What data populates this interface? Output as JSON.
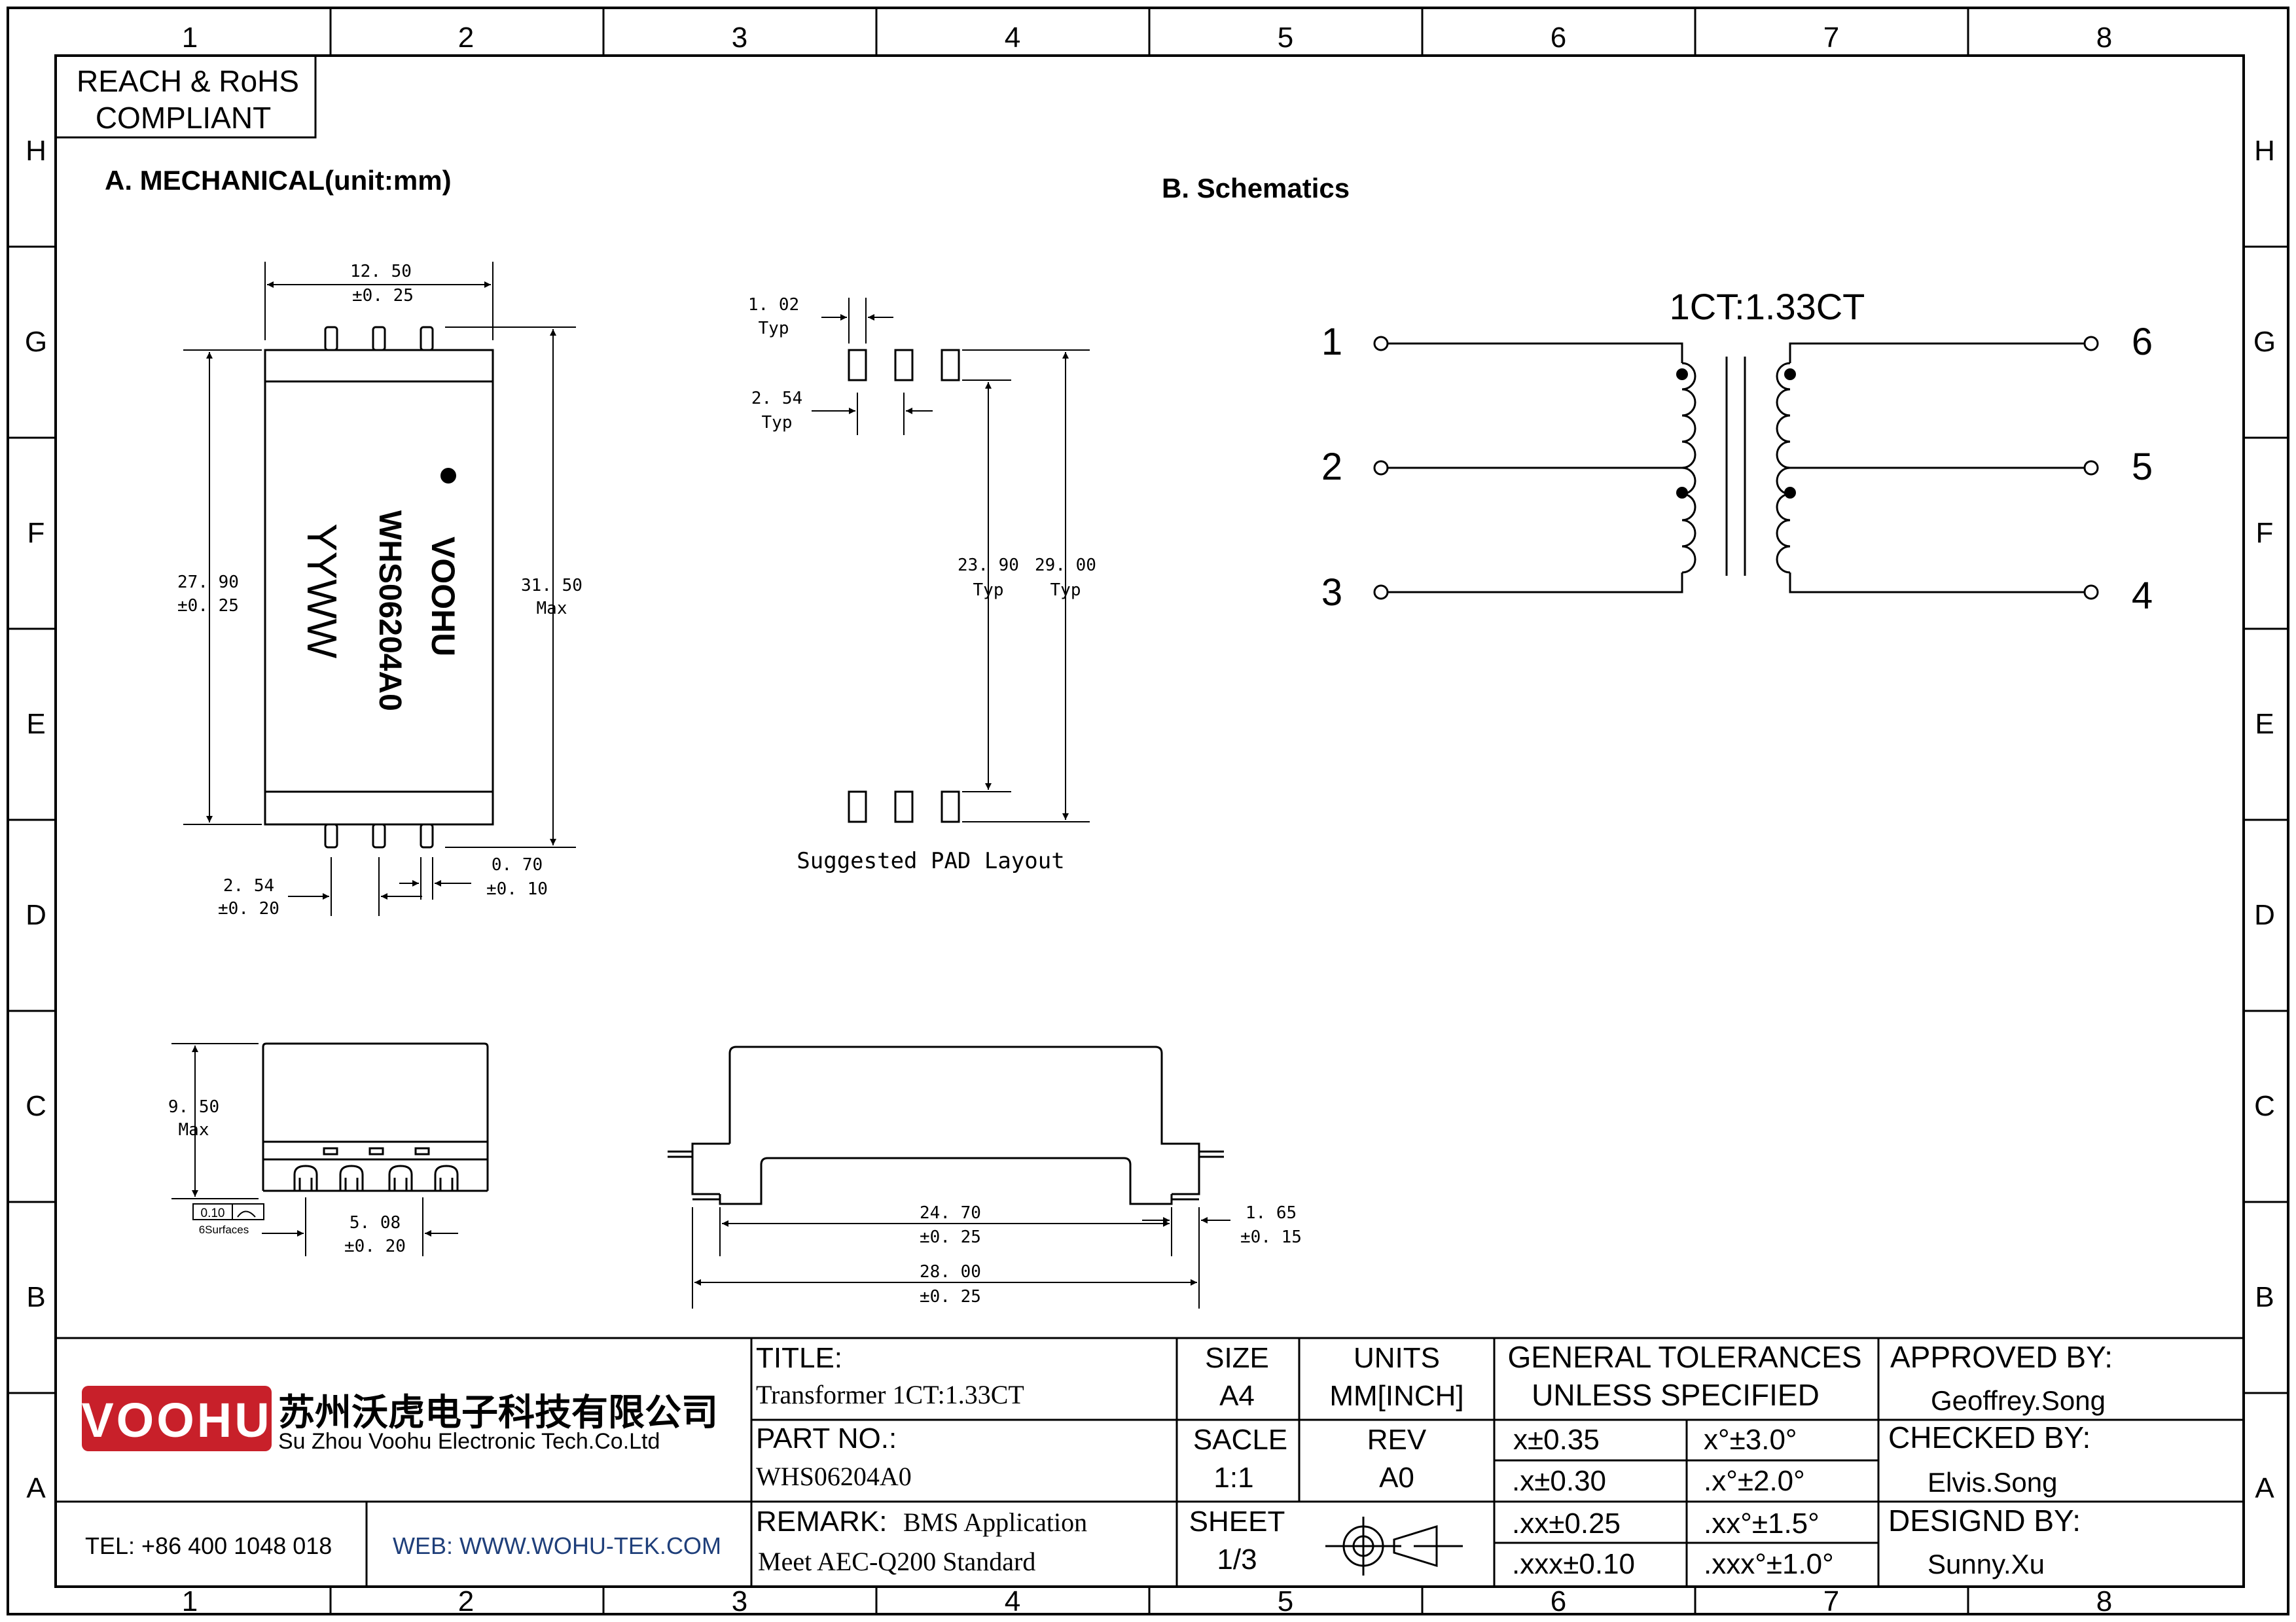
{
  "grid": {
    "cols": [
      "1",
      "2",
      "3",
      "4",
      "5",
      "6",
      "7",
      "8"
    ],
    "rows": [
      "H",
      "G",
      "F",
      "E",
      "D",
      "C",
      "B",
      "A"
    ]
  },
  "compliance": {
    "line1": "REACH & RoHS",
    "line2": "COMPLIANT"
  },
  "mechanical": {
    "heading": "A. MECHANICAL(unit:mm)",
    "dims": {
      "width_top": "12. 50",
      "width_top_tol": "±0. 25",
      "height_body": "27. 90",
      "height_body_tol": "±0. 25",
      "height_max": "31. 50",
      "height_max_note": "Max",
      "pitch": "2. 54",
      "pitch_tol": "±0. 20",
      "pin_w": "0. 70",
      "pin_w_tol": "±0. 10",
      "thick": "9. 50",
      "thick_note": "Max",
      "pin_span": "5. 08",
      "pin_span_tol": "±0. 20",
      "inner_len": "24. 70",
      "inner_len_tol": "±0. 25",
      "outer_len": "28. 00",
      "outer_len_tol": "±0. 25",
      "foot": "1. 65",
      "foot_tol": "±0. 15",
      "flatness": "0.10",
      "flatness_note": "6Surfaces"
    },
    "marking": {
      "brand": "VOOHU",
      "part": "WHS06204A0",
      "date": "YYWW"
    }
  },
  "pad": {
    "pad_w": "1. 02",
    "pad_w_note": "Typ",
    "pad_pitch": "2. 54",
    "pad_pitch_note": "Typ",
    "inner": "23. 90",
    "inner_note": "Typ",
    "outer": "29. 00",
    "outer_note": "Typ",
    "caption": "Suggested PAD Layout"
  },
  "schematic": {
    "heading": "B. Schematics",
    "ratio": "1CT:1.33CT",
    "pins": [
      "1",
      "2",
      "3",
      "4",
      "5",
      "6"
    ]
  },
  "titleblock": {
    "company_cn": "苏州沃虎电子科技有限公司",
    "company_en": "Su Zhou Voohu Electronic Tech.Co.Ltd",
    "logo": "VOOHU",
    "tel": "TEL: +86 400 1048 018",
    "web": "WEB: WWW.WOHU-TEK.COM",
    "title_label": "TITLE:",
    "title_value": "Transformer 1CT:1.33CT",
    "part_label": "PART NO.:",
    "part_value": "WHS06204A0",
    "remark_label": "REMARK:",
    "remark_value1": "BMS Application",
    "remark_value2": "Meet AEC-Q200 Standard",
    "size_label": "SIZE",
    "size_value": "A4",
    "units_label": "UNITS",
    "units_value": "MM[INCH]",
    "scale_label": "SACLE",
    "scale_value": "1:1",
    "rev_label": "REV",
    "rev_value": "A0",
    "sheet_label": "SHEET",
    "sheet_value": "1/3",
    "tol_header1": "GENERAL TOLERANCES",
    "tol_header2": "UNLESS SPECIFIED",
    "tol": [
      [
        "x±0.35",
        "x°±3.0°"
      ],
      [
        ".x±0.30",
        ".x°±2.0°"
      ],
      [
        ".xx±0.25",
        ".xx°±1.5°"
      ],
      [
        ".xxx±0.10",
        ".xxx°±1.0°"
      ]
    ],
    "approved_label": "APPROVED BY:",
    "approved_value": "Geoffrey.Song",
    "checked_label": "CHECKED BY:",
    "checked_value": "Elvis.Song",
    "design_label": "DESIGND BY:",
    "design_value": "Sunny.Xu"
  },
  "colors": {
    "ink": "#000000",
    "logo_red": "#c8202a",
    "web_blue": "#1f3f7a"
  }
}
